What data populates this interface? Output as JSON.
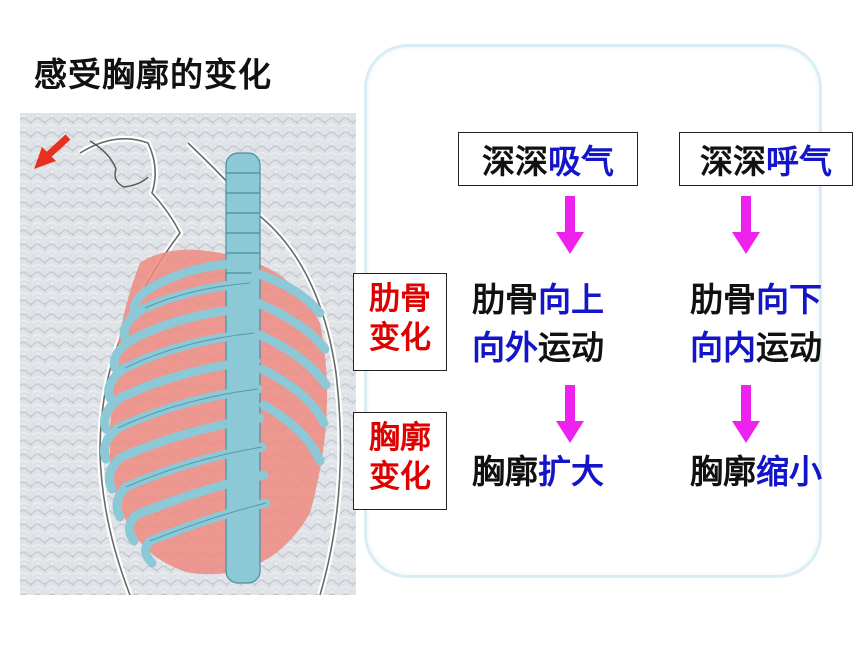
{
  "title": "感受胸廓的变化",
  "inhale": {
    "header": {
      "black": "深深",
      "blue": "吸气"
    },
    "rib_motion": {
      "line1_black": "肋骨",
      "line1_blue": "向上",
      "line2_blue": "向外",
      "line2_black": "运动"
    },
    "chest": {
      "black": "胸廓",
      "blue": "扩大"
    }
  },
  "exhale": {
    "header": {
      "black": "深深",
      "blue": "呼气"
    },
    "rib_motion": {
      "line1_black": "肋骨",
      "line1_blue": "向下",
      "line2_blue": "向内",
      "line2_black": "运动"
    },
    "chest": {
      "black": "胸廓",
      "blue": "缩小"
    }
  },
  "labels": {
    "rib_change": {
      "line1": "肋骨",
      "line2": "变化"
    },
    "chest_change": {
      "line1": "胸廓",
      "line2": "变化"
    }
  },
  "colors": {
    "blue_text": "#1414c8",
    "red_text": "#e00000",
    "arrow": "#ee22ee",
    "rib": "#8cc8d6",
    "lung": "#ef8a80"
  }
}
